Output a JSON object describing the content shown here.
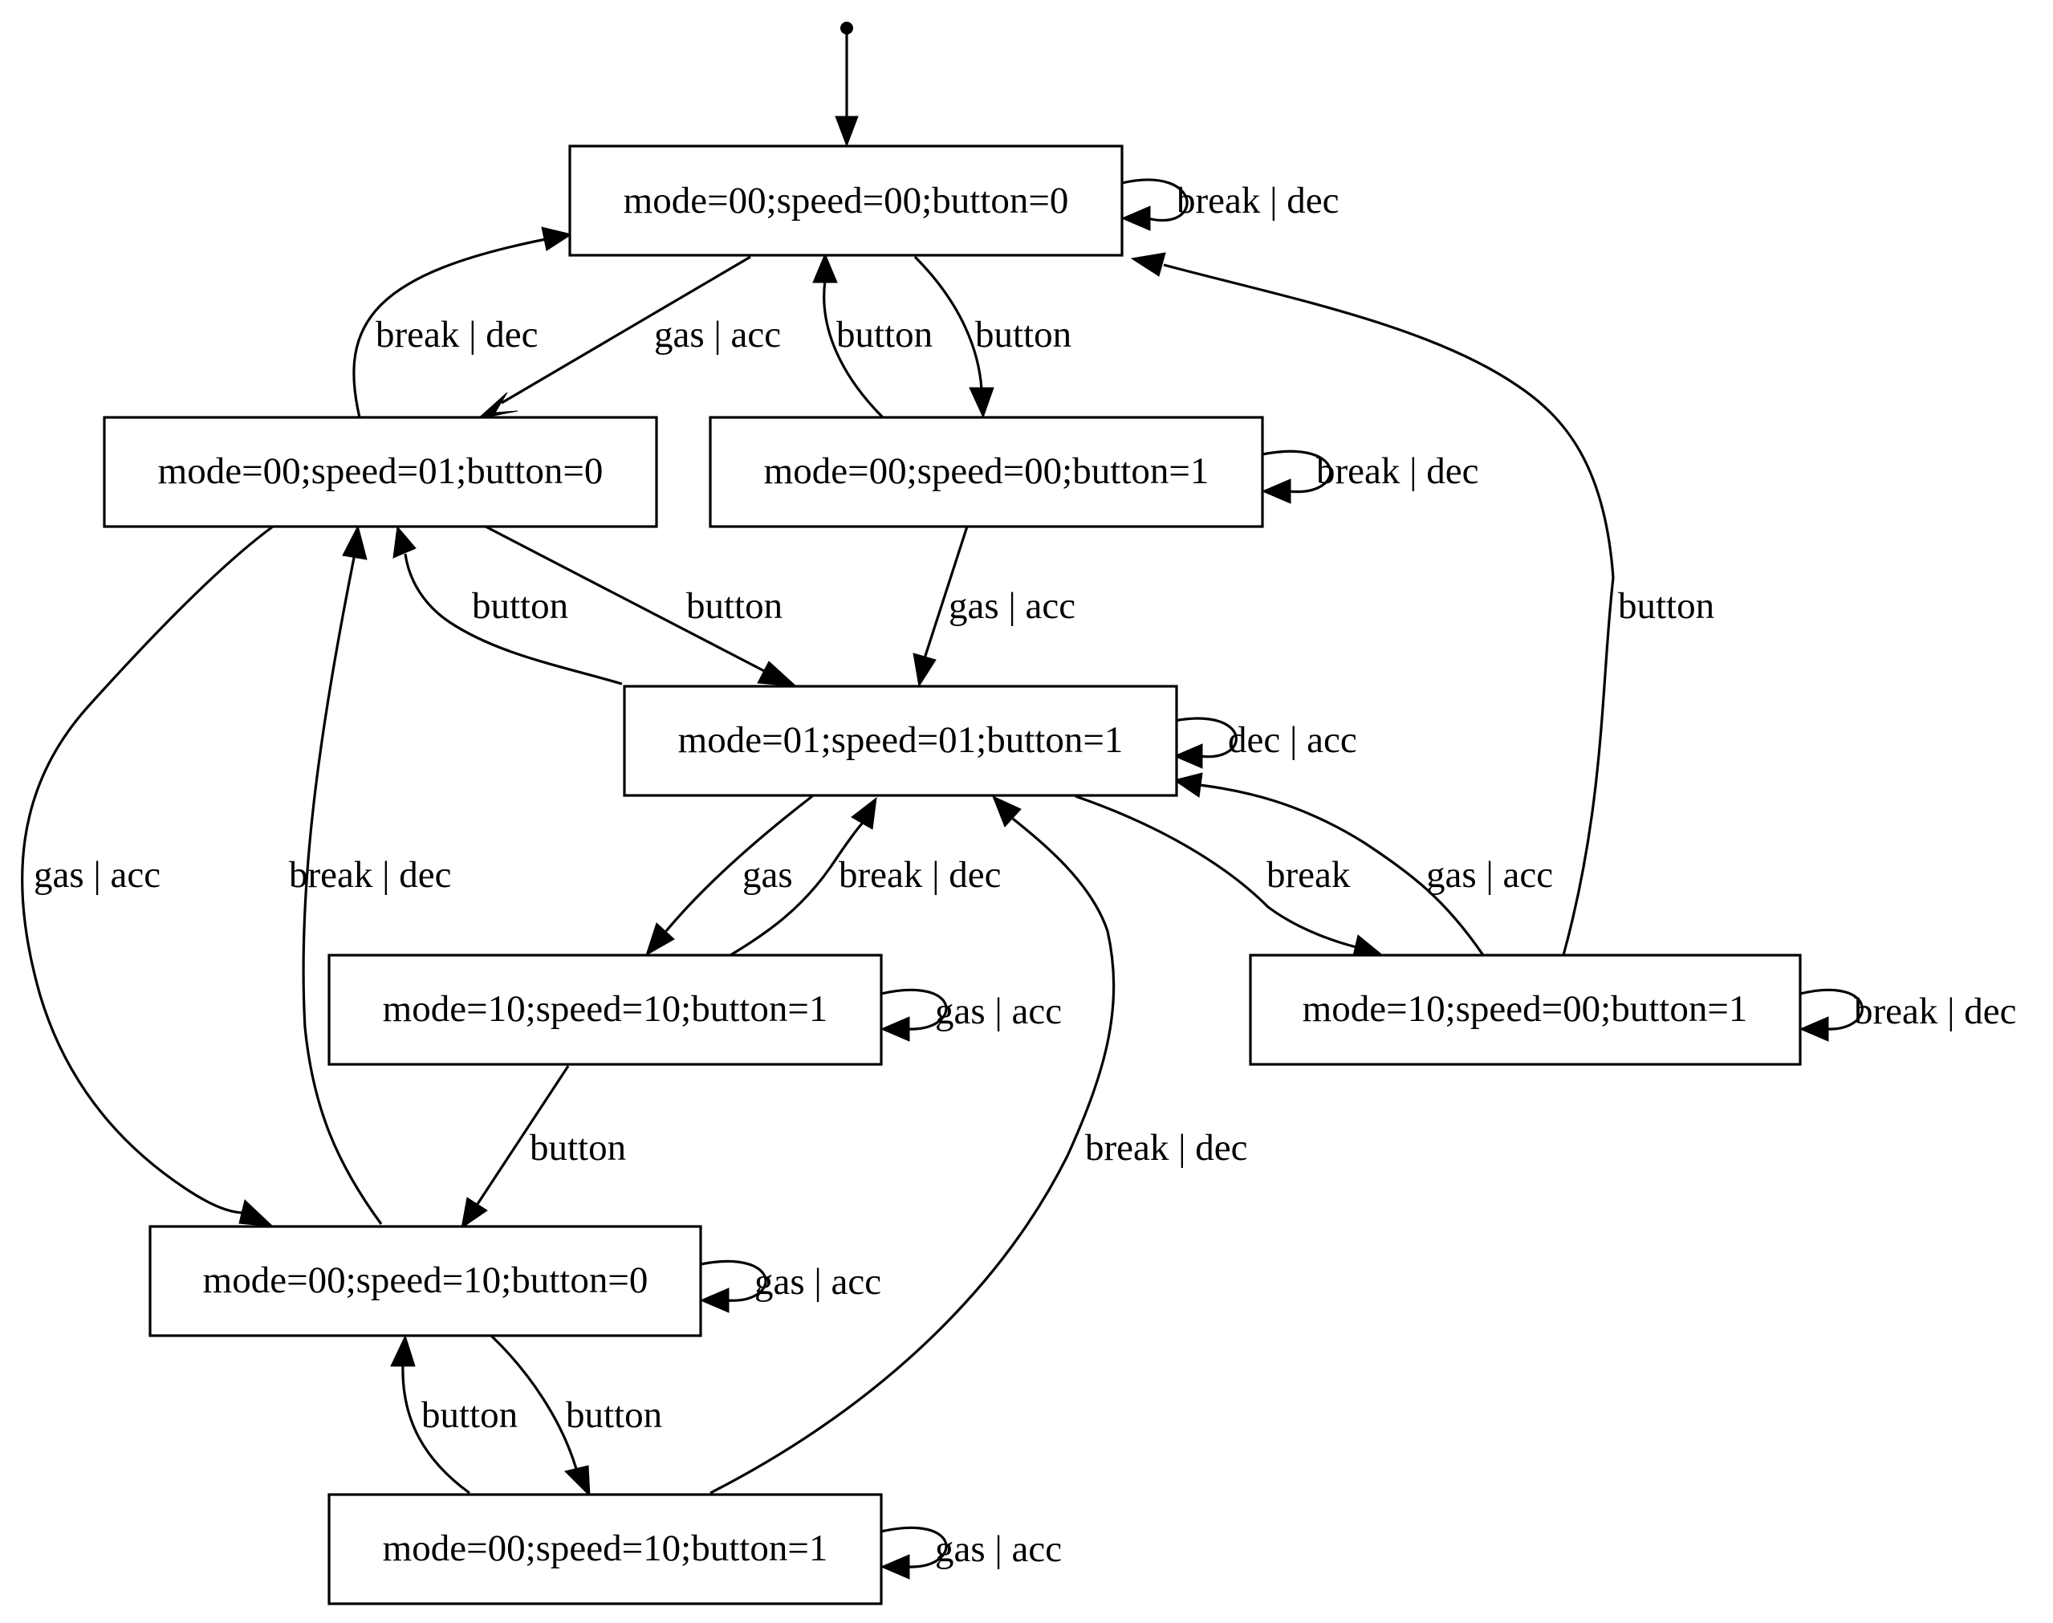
{
  "diagram": {
    "type": "state-machine",
    "states": [
      {
        "id": "s0",
        "label": "mode=00;speed=00;button=0"
      },
      {
        "id": "s1",
        "label": "mode=00;speed=01;button=0"
      },
      {
        "id": "s2",
        "label": "mode=00;speed=00;button=1"
      },
      {
        "id": "s3",
        "label": "mode=01;speed=01;button=1"
      },
      {
        "id": "s4",
        "label": "mode=10;speed=10;button=1"
      },
      {
        "id": "s5",
        "label": "mode=10;speed=00;button=1"
      },
      {
        "id": "s6",
        "label": "mode=00;speed=10;button=0"
      },
      {
        "id": "s7",
        "label": "mode=00;speed=10;button=1"
      }
    ],
    "initial_state": "s0",
    "transitions": [
      {
        "from": "s0",
        "to": "s0",
        "label": "break | dec"
      },
      {
        "from": "s0",
        "to": "s1",
        "label": "gas | acc"
      },
      {
        "from": "s1",
        "to": "s0",
        "label": "break | dec"
      },
      {
        "from": "s2",
        "to": "s0",
        "label": "button"
      },
      {
        "from": "s0",
        "to": "s2",
        "label": "button"
      },
      {
        "from": "s5",
        "to": "s0",
        "label": "button"
      },
      {
        "from": "s2",
        "to": "s2",
        "label": "break | dec"
      },
      {
        "from": "s3",
        "to": "s1",
        "label": "button"
      },
      {
        "from": "s1",
        "to": "s3",
        "label": "button"
      },
      {
        "from": "s2",
        "to": "s3",
        "label": "gas | acc"
      },
      {
        "from": "s3",
        "to": "s3",
        "label": "dec | acc"
      },
      {
        "from": "s1",
        "to": "s6",
        "label": "gas | acc"
      },
      {
        "from": "s6",
        "to": "s1",
        "label": "break | dec"
      },
      {
        "from": "s3",
        "to": "s4",
        "label": "gas"
      },
      {
        "from": "s4",
        "to": "s3",
        "label": "break | dec"
      },
      {
        "from": "s3",
        "to": "s5",
        "label": "break"
      },
      {
        "from": "s5",
        "to": "s3",
        "label": "gas | acc"
      },
      {
        "from": "s4",
        "to": "s4",
        "label": "gas | acc"
      },
      {
        "from": "s5",
        "to": "s5",
        "label": "break | dec"
      },
      {
        "from": "s4",
        "to": "s6",
        "label": "button"
      },
      {
        "from": "s7",
        "to": "s3",
        "label": "break | dec"
      },
      {
        "from": "s6",
        "to": "s6",
        "label": "gas | acc"
      },
      {
        "from": "s7",
        "to": "s6",
        "label": "button"
      },
      {
        "from": "s6",
        "to": "s7",
        "label": "button"
      },
      {
        "from": "s7",
        "to": "s7",
        "label": "gas | acc"
      }
    ]
  }
}
